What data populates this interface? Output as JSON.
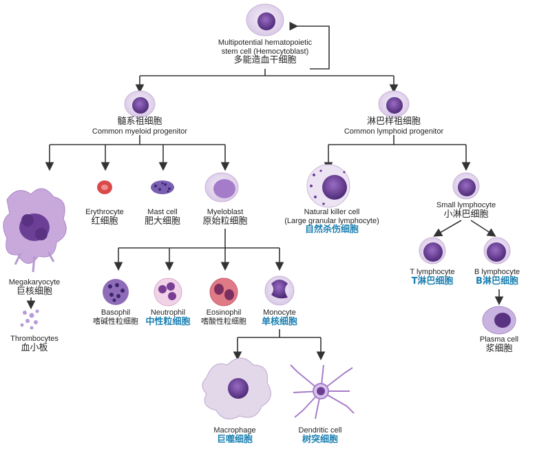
{
  "colors": {
    "line": "#333333",
    "membrane": "#e9dff0",
    "nucleus": "#6b3f96",
    "highlight_text": "#1a7fb0"
  },
  "nodes": {
    "stem": {
      "en1": "Multipotential hematopoietic",
      "en2": "stem cell (Hemocytoblast)",
      "zh": "多能造血干细胞"
    },
    "myeloid": {
      "zh": "髓系祖细胞",
      "en": "Common myeloid progenitor"
    },
    "lymphoid": {
      "zh": "淋巴样祖细胞",
      "en": "Common lymphoid progenitor"
    },
    "megakaryocyte": {
      "en": "Megakaryocyte",
      "zh": "巨核细胞"
    },
    "thrombocytes": {
      "en": "Thrombocytes",
      "zh": "血小板"
    },
    "erythrocyte": {
      "en": "Erythrocyte",
      "zh": "红细胞"
    },
    "mast": {
      "en": "Mast cell",
      "zh": "肥大细胞"
    },
    "myeloblast": {
      "en": "Myeloblast",
      "zh": "原始粒细胞"
    },
    "nk": {
      "en1": "Natural killer cell",
      "en2": "(Large granular lymphocyte)",
      "zh": "自然杀伤细胞"
    },
    "small_lymph": {
      "en": "Small lymphocyte",
      "zh": "小淋巴细胞"
    },
    "basophil": {
      "en": "Basophil",
      "zh": "嗜碱性粒细胞"
    },
    "neutrophil": {
      "en": "Neutrophil",
      "zh": "中性粒细胞"
    },
    "eosinophil": {
      "en": "Eosinophil",
      "zh": "嗜酸性粒细胞"
    },
    "monocyte": {
      "en": "Monocyte",
      "zh": "单核细胞"
    },
    "t_lymph": {
      "en": "T lymphocyte",
      "zh": "T淋巴细胞"
    },
    "b_lymph": {
      "en": "B lymphocyte",
      "zh": "B淋巴细胞"
    },
    "plasma": {
      "en": "Plasma cell",
      "zh": "浆细胞"
    },
    "macrophage": {
      "en": "Macrophage",
      "zh": "巨噬细胞"
    },
    "dendritic": {
      "en": "Dendritic cell",
      "zh": "树突细胞"
    }
  }
}
